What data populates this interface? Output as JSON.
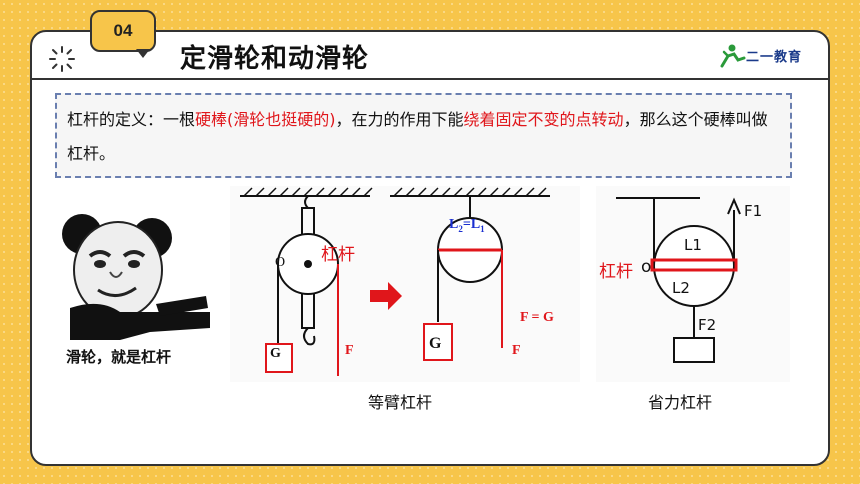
{
  "header": {
    "section_number": "04",
    "title": "定滑轮和动滑轮",
    "logo_text": "二一教育"
  },
  "definition": {
    "seg1": "杠杆的定义：一根",
    "seg2": "硬棒(滑轮也挺硬的)",
    "seg3": "，在力的作用下能",
    "seg4": "绕着固定不变的点",
    "seg5": "转动",
    "seg6": "，那么这个硬棒叫做杠杆。"
  },
  "meme": {
    "caption": "滑轮，就是杠杆"
  },
  "fixed_pulley": {
    "label_O": "O",
    "label_lever": "杠杆",
    "label_G": "G",
    "label_F": "F",
    "label_L2": "L",
    "sub_2": "2",
    "label_eq": "=",
    "label_L1": "L",
    "sub_1": "1",
    "label_G2": "G",
    "label_F2": "F",
    "label_FeqG": "F = G",
    "caption": "等臂杠杆"
  },
  "movable_pulley": {
    "label_F1": "F1",
    "label_L1": "L1",
    "label_L2": "L2",
    "label_F2": "F2",
    "label_lever": "杠杆",
    "label_O": "o",
    "caption": "省力杠杆"
  },
  "colors": {
    "background": "#f7c54a",
    "accent_red": "#e0161b",
    "border": "#333333",
    "blue_label": "#1a2fd0"
  }
}
